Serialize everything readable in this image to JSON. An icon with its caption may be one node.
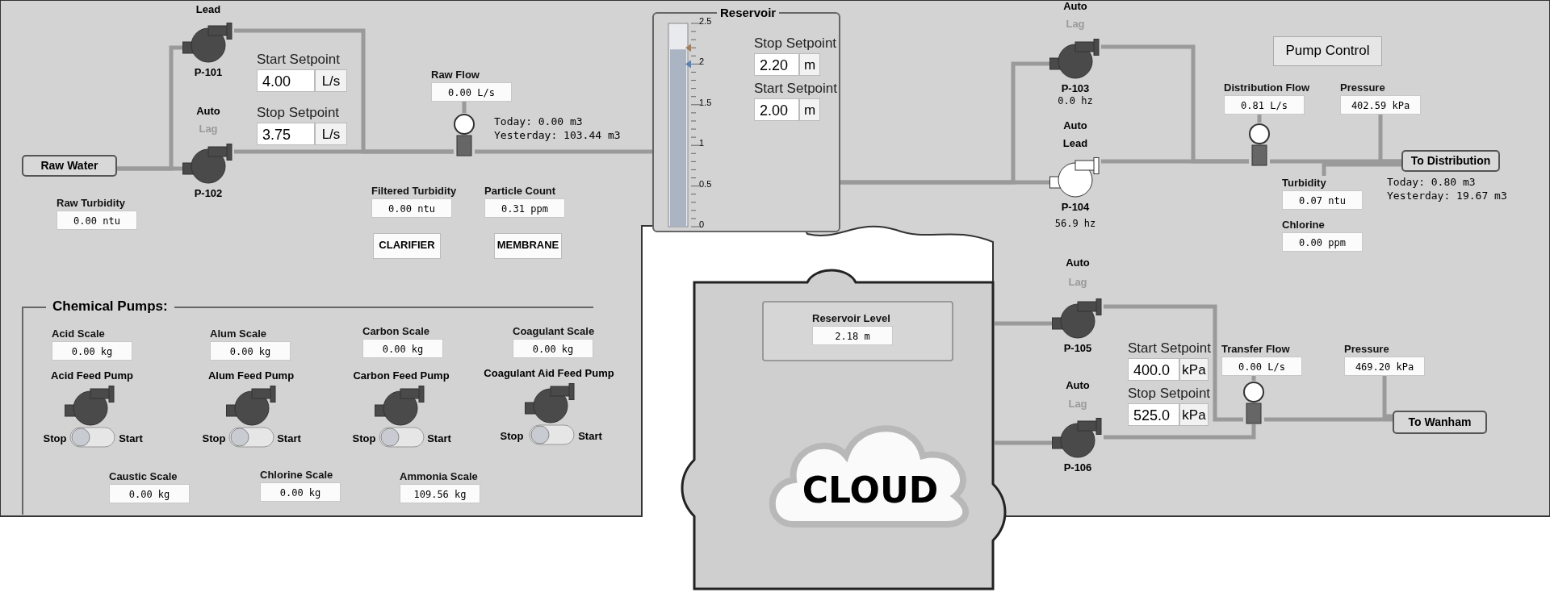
{
  "diagram": {
    "nodes": [
      {
        "text": [
          "Raw Water"
        ]
      },
      {
        "text": [
          "Start Setpoint",
          "4.00",
          "L/s"
        ]
      },
      {
        "text": [
          "Stop Setpoint",
          "3.75",
          "L/s"
        ]
      },
      {
        "text": [
          "Raw Flow",
          "0.00 L/s"
        ],
        "beside": [
          "Today: 0.00 m3",
          "Yesterday: 103.44 m3"
        ]
      },
      {
        "text": [
          "Raw Turbidity",
          "0.00 ntu"
        ]
      },
      {
        "text": [
          "Filtered Turbidity",
          "0.00 ntu"
        ]
      },
      {
        "text": [
          "Particle Count",
          "0.31 ppm"
        ]
      },
      {
        "text": [
          "CLARIFIER"
        ]
      },
      {
        "text": [
          "MEMBRANE"
        ]
      },
      {
        "text": [
          "Reservoir"
        ]
      },
      {
        "text": [
          "Stop Setpoint",
          "2.20",
          "m"
        ],
        "in": 9
      },
      {
        "text": [
          "Start Setpoint",
          "2.00",
          "m"
        ],
        "in": 9
      },
      {
        "text": [
          "Pump Control"
        ]
      },
      {
        "text": [
          "Distribution Flow",
          "0.81 L/s"
        ]
      },
      {
        "text": [
          "Pressure",
          "402.59 kPa"
        ]
      },
      {
        "text": [
          "To Distribution"
        ],
        "beside": [
          "Today: 0.80 m3",
          "Yesterday: 19.67 m3"
        ]
      },
      {
        "text": [
          "Turbidity",
          "0.07 ntu"
        ]
      },
      {
        "text": [
          "Chlorine",
          "0.00 ppm"
        ]
      },
      {
        "text": [
          "Chemical Pumps:"
        ]
      },
      {
        "text": [
          "Acid Scale",
          "0.00 kg"
        ],
        "in": 18
      },
      {
        "text": [
          "Alum Scale",
          "0.00 kg"
        ],
        "in": 18
      },
      {
        "text": [
          "Carbon Scale",
          "0.00 kg"
        ],
        "in": 18
      },
      {
        "text": [
          "Coagulant Scale",
          "0.00 kg"
        ],
        "in": 18
      },
      {
        "text": [
          "Caustic Scale",
          "0.00 kg"
        ],
        "in": 18
      },
      {
        "text": [
          "Chlorine Scale",
          "0.00 kg"
        ],
        "in": 18
      },
      {
        "text": [
          "Ammonia Scale",
          "109.56 kg"
        ],
        "in": 18
      },
      {
        "text": [
          "Reservoir Level",
          "2.18 m"
        ]
      },
      {
        "text": [
          "CLOUD"
        ]
      },
      {
        "text": [
          "Start Setpoint",
          "400.0",
          "kPa"
        ]
      },
      {
        "text": [
          "Stop Setpoint",
          "525.0",
          "kPa"
        ]
      },
      {
        "text": [
          "Transfer Flow",
          "0.00 L/s"
        ]
      },
      {
        "text": [
          "Pressure",
          "469.20 kPa"
        ]
      },
      {
        "text": [
          "To Wanham"
        ]
      },
      {
        "text": [
          "P-101"
        ],
        "beside": [
          "Lead"
        ]
      },
      {
        "text": [
          "P-102"
        ],
        "beside": [
          "Auto",
          "Lag"
        ]
      },
      {
        "text": [
          "P-103"
        ],
        "beside": [
          "Auto",
          "Lag",
          "0.0 hz"
        ]
      },
      {
        "text": [
          "P-104"
        ],
        "beside": [
          "Auto",
          "Lead",
          "56.9 hz"
        ]
      },
      {
        "text": [
          "P-105"
        ],
        "beside": [
          "Auto",
          "Lag"
        ]
      },
      {
        "text": [
          "P-106"
        ],
        "beside": [
          "Auto",
          "Lag"
        ]
      },
      {
        "text": [],
        "shape": "picture"
      },
      {
        "text": [],
        "shape": "picture"
      },
      {
        "text": [],
        "shape": "picture"
      }
    ],
    "edges": [
      {
        "from": 0,
        "to": 33,
        "arrow": "none"
      },
      {
        "from": 0,
        "to": 34,
        "arrow": "none"
      },
      {
        "from": 33,
        "to": 39,
        "arrow": "none"
      },
      {
        "from": 34,
        "to": 39,
        "arrow": "none"
      },
      {
        "from": 3,
        "to": 39,
        "arrow": "none"
      },
      {
        "from": 39,
        "to": 9,
        "arrow": "none"
      },
      {
        "from": 9,
        "to": 35,
        "arrow": "none"
      },
      {
        "from": 9,
        "to": 36,
        "arrow": "none"
      },
      {
        "from": 35,
        "to": 40,
        "arrow": "none"
      },
      {
        "from": 36,
        "to": 40,
        "arrow": "none"
      },
      {
        "from": 13,
        "to": 40,
        "arrow": "none"
      },
      {
        "from": 40,
        "to": 15,
        "arrow": "none"
      },
      {
        "from": 14,
        "to": 15,
        "arrow": "none"
      },
      {
        "from": 16,
        "to": 15,
        "arrow": "none"
      },
      {
        "from": null,
        "to": 37,
        "arrow": "none"
      },
      {
        "from": null,
        "to": 38,
        "arrow": "none"
      },
      {
        "from": 37,
        "to": 41,
        "arrow": "none"
      },
      {
        "from": 38,
        "to": 41,
        "arrow": "none"
      },
      {
        "from": 30,
        "to": 41,
        "arrow": "none"
      },
      {
        "from": 41,
        "to": 32,
        "arrow": "none"
      },
      {
        "from": 31,
        "to": 32,
        "arrow": "none"
      }
    ],
    "labels": [
      "2.5",
      "2",
      "1.5",
      "1",
      "0.5",
      "0",
      "Acid Feed Pump",
      "Stop",
      "Start",
      "Alum Feed Pump",
      "Stop",
      "Start",
      "Carbon Feed Pump",
      "Stop",
      "Start",
      "Coagulant Aid Feed Pump",
      "Stop",
      "Start"
    ]
  }
}
